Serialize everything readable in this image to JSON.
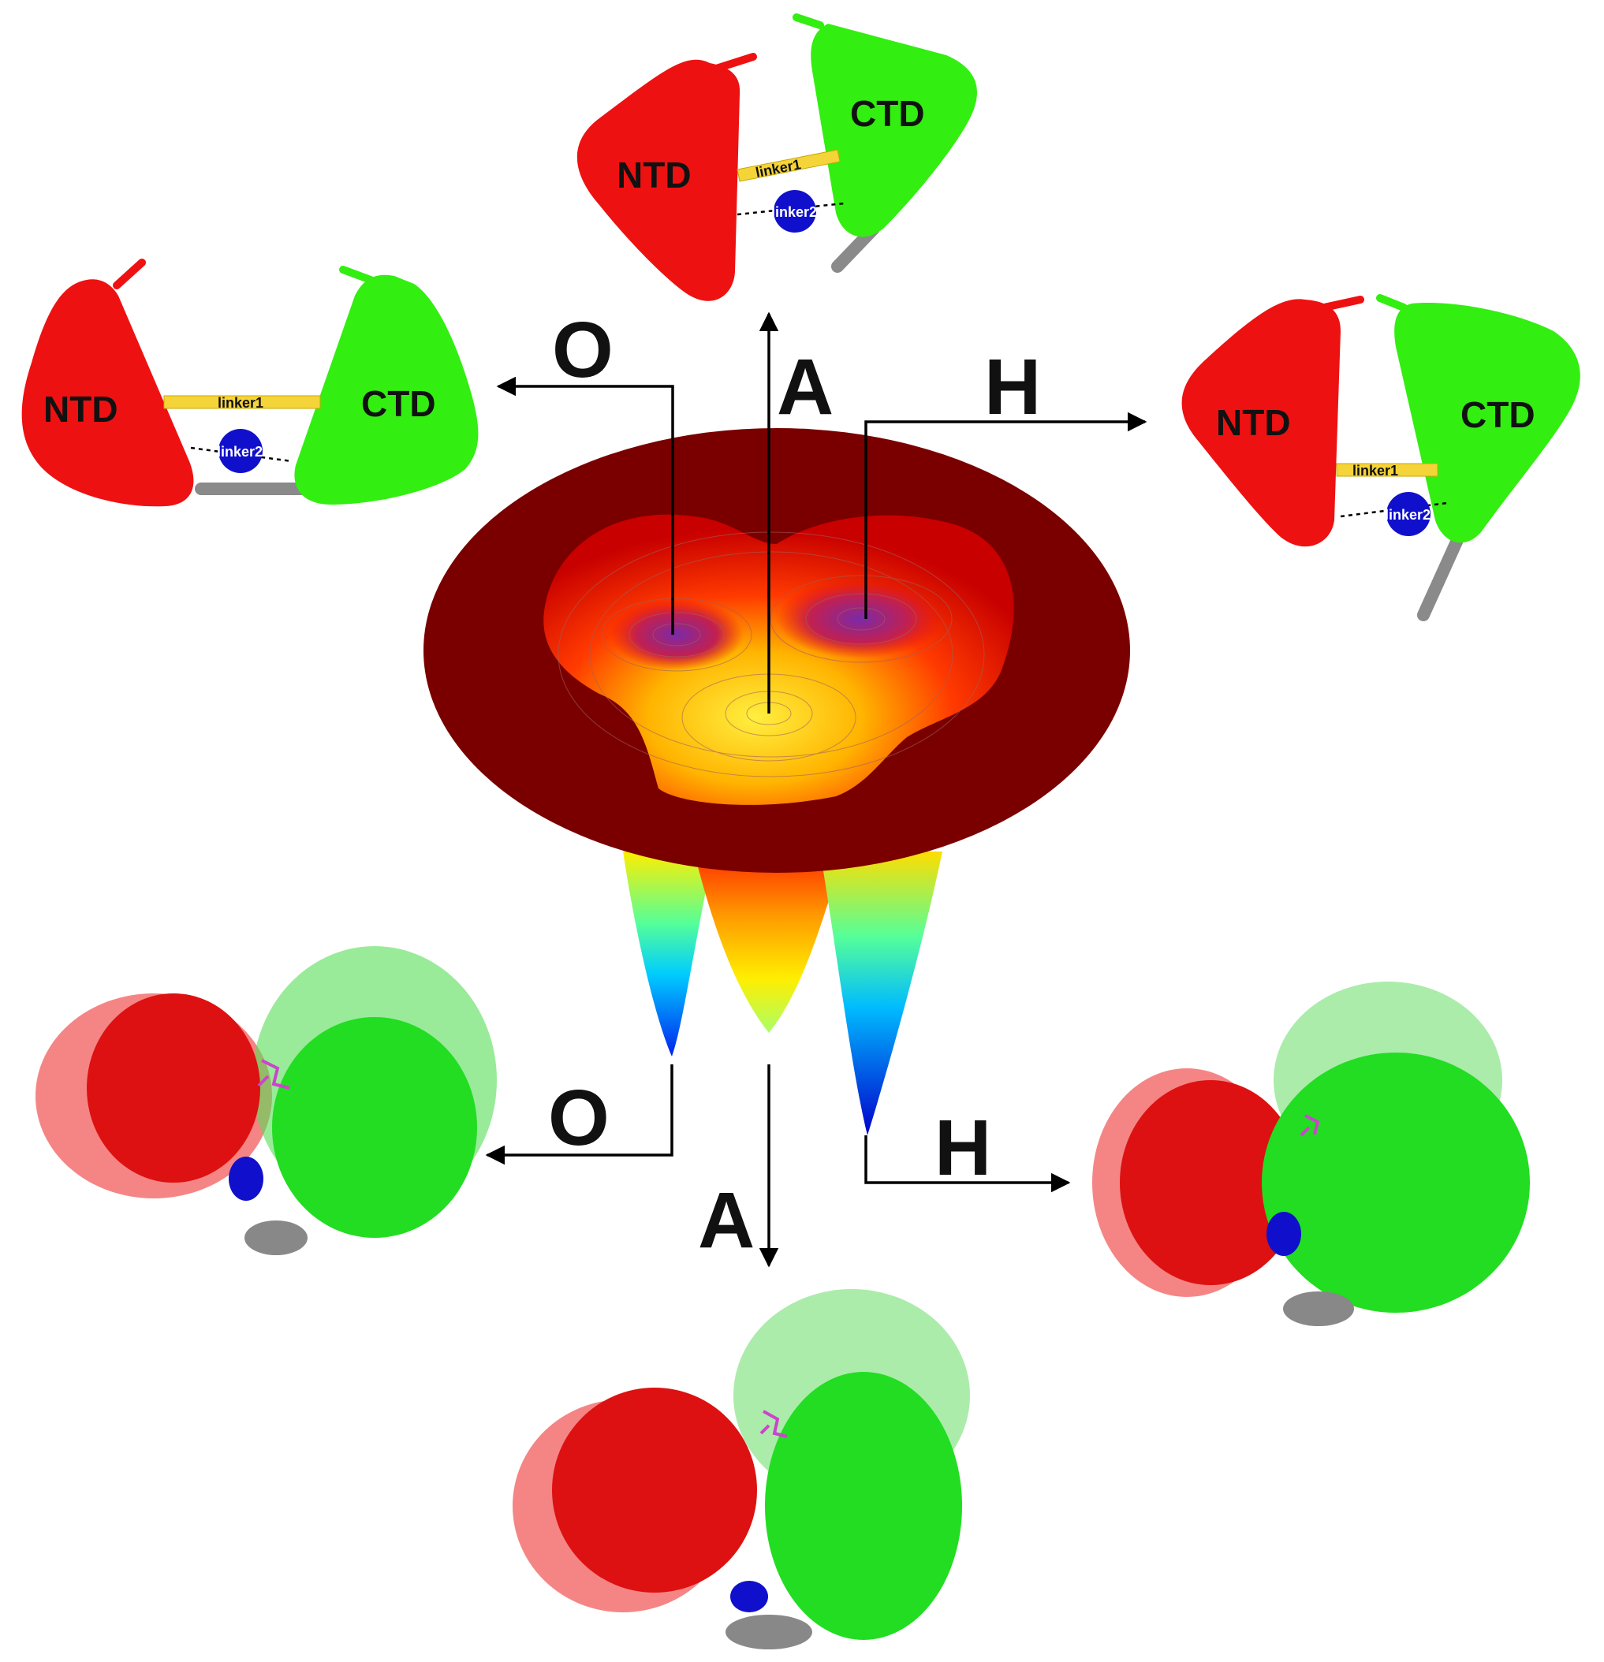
{
  "states": {
    "open": {
      "label": "O"
    },
    "apo": {
      "label": "A"
    },
    "holo": {
      "label": "H"
    }
  },
  "domains": {
    "ntd": "NTD",
    "ctd": "CTD"
  },
  "linkers": {
    "linker1": "linker1",
    "linker2": "linker2"
  },
  "colors": {
    "ntd": "#ee1111",
    "ctd": "#33ee11",
    "linker1": "#f5d43a",
    "linker2": "#1010cc",
    "tail": "#9a9a9a",
    "funnel_rim": "#7a0000"
  }
}
